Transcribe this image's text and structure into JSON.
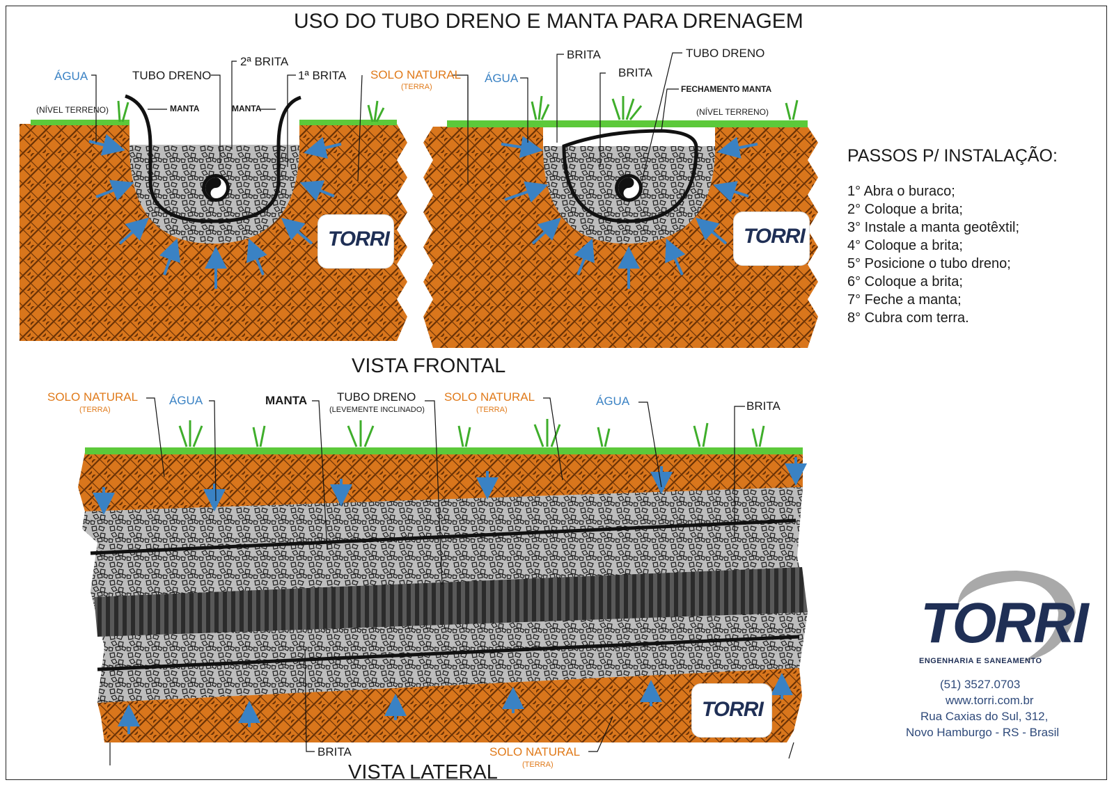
{
  "title": "USO DO TUBO DRENO E MANTA PARA DRENAGEM",
  "labels": {
    "agua": "ÁGUA",
    "tubo_dreno": "TUBO DRENO",
    "segunda_brita": "2ª BRITA",
    "primeira_brita": "1ª BRITA",
    "solo_natural": "SOLO NATURAL",
    "terra": "(TERRA)",
    "nivel_terreno": "(NÍVEL TERRENO)",
    "manta": "MANTA",
    "brita": "BRITA",
    "fechamento_manta": "FECHAMENTO MANTA",
    "levemente_inclinado": "(LEVEMENTE INCLINADO)"
  },
  "views": {
    "frontal": "VISTA FRONTAL",
    "lateral": "VISTA LATERAL"
  },
  "steps": {
    "title": "PASSOS P/ INSTALAÇÃO:",
    "items": [
      "1° Abra o buraco;",
      "2° Coloque a brita;",
      "3° Instale a manta geotêxtil;",
      "4° Coloque a brita;",
      "5° Posicione o tubo dreno;",
      "6° Coloque a brita;",
      "7° Feche a manta;",
      "8° Cubra com terra."
    ]
  },
  "logo": {
    "name": "TORRI",
    "tagline": "ENGENHARIA E SANEAMENTO"
  },
  "contact": {
    "phone": "(51) 3527.0703",
    "website": "www.torri.com.br",
    "address": "Rua Caxias do Sul, 312,",
    "city": "Novo Hamburgo - RS - Brasil"
  },
  "colors": {
    "soil": "#d9761c",
    "soil_line": "#6a3206",
    "grass": "#5cc93a",
    "gravel": "#b9b9b9",
    "water_arrow": "#3a82c4",
    "brand": "#1f2f55"
  }
}
